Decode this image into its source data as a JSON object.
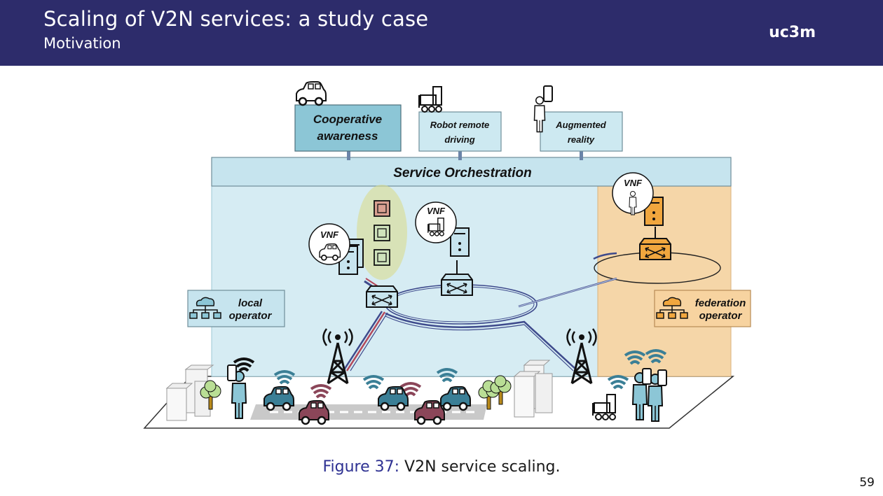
{
  "header": {
    "title": "Scaling of V2N services: a study case",
    "subtitle": "Motivation",
    "logo": "uc3m"
  },
  "diagram": {
    "services": [
      {
        "label_line1": "Cooperative",
        "label_line2": "awareness"
      },
      {
        "label_line1": "Robot remote",
        "label_line2": "driving"
      },
      {
        "label_line1": "Augmented",
        "label_line2": "reality"
      }
    ],
    "orchestration_label": "Service Orchestration",
    "vnf_label": "VNF",
    "local_operator": {
      "line1": "local",
      "line2": "operator"
    },
    "federation_operator": {
      "line1": "federation",
      "line2": "operator"
    },
    "colors": {
      "local_domain": "#d6ecf3",
      "federation_domain": "#f5d6a8",
      "service_box": "#cde9f1",
      "service_box_highlight": "#8cc6d6",
      "orange_server": "#f0a63e",
      "blue_server": "#c7e4ee",
      "car_blue": "#3b7f96",
      "car_red": "#8b4659",
      "link_blue": "#3e4a8c",
      "link_red": "#b4475a"
    }
  },
  "caption": {
    "figure_label": "Figure 37:",
    "text": "V2N service scaling."
  },
  "page_number": "59"
}
